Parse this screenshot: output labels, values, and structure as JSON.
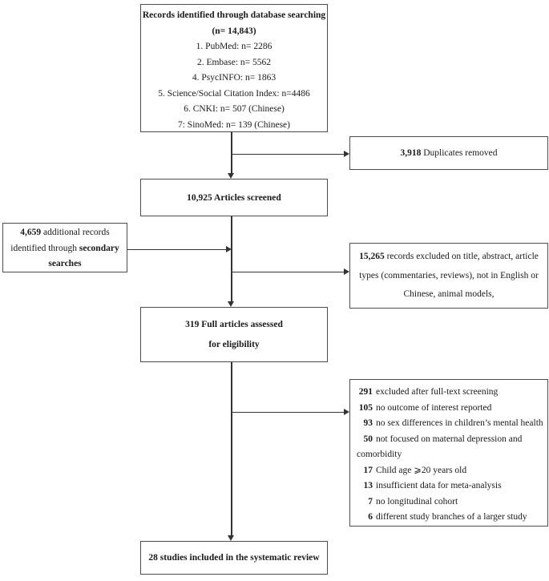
{
  "diagram_title": "Systematic review study selection flow",
  "colors": {
    "border": "#4d4d4d",
    "line": "#333333",
    "text": "#1a1a1a",
    "background": "#ffffff"
  },
  "boxes": {
    "identified": {
      "title": "Records identified through database searching",
      "subtitle": "(n= 14,843)",
      "items": [
        "1. PubMed: n= 2286",
        "2. Embase: n= 5562",
        "4. PsycINFO: n= 1863",
        "5. Science/Social Citation Index: n=4486",
        "6. CNKI: n= 507 (Chinese)",
        "7: SinoMed: n= 139 (Chinese)"
      ]
    },
    "duplicates": {
      "value": "3,918",
      "rest": " Duplicates removed"
    },
    "screened": {
      "label": "10,925 Articles screened"
    },
    "secondary": {
      "line1_value": "4,659",
      "line1_rest": " additional records",
      "line2_pre": "identified through ",
      "line2_bold": "secondary",
      "line3_bold": "searches"
    },
    "excluded_title_abstract": {
      "value": "15,265",
      "line1_rest": " records excluded on title, abstract, article",
      "line2": "types (commentaries, reviews), not in English or",
      "line3": "Chinese, animal models,"
    },
    "eligibility": {
      "line1": "319 Full articles assessed",
      "line2": "for eligibility"
    },
    "excluded_fulltext": {
      "items": [
        {
          "n": "291",
          "text": "excluded after full-text screening"
        },
        {
          "n": "105",
          "text": "no outcome of interest reported"
        },
        {
          "n": "93",
          "text": "no sex differences in children’s mental health"
        },
        {
          "n": "50",
          "text": "not focused on maternal depression and"
        },
        {
          "n": "",
          "text": "comorbidity"
        },
        {
          "n": "17",
          "text": "Child age ⩾20 years old"
        },
        {
          "n": "13",
          "text": "insufficient data for meta-analysis"
        },
        {
          "n": "7",
          "text": "no longitudinal cohort"
        },
        {
          "n": "6",
          "text": "different study branches of a larger study"
        }
      ]
    },
    "included": {
      "label": "28 studies included in the systematic review"
    }
  }
}
